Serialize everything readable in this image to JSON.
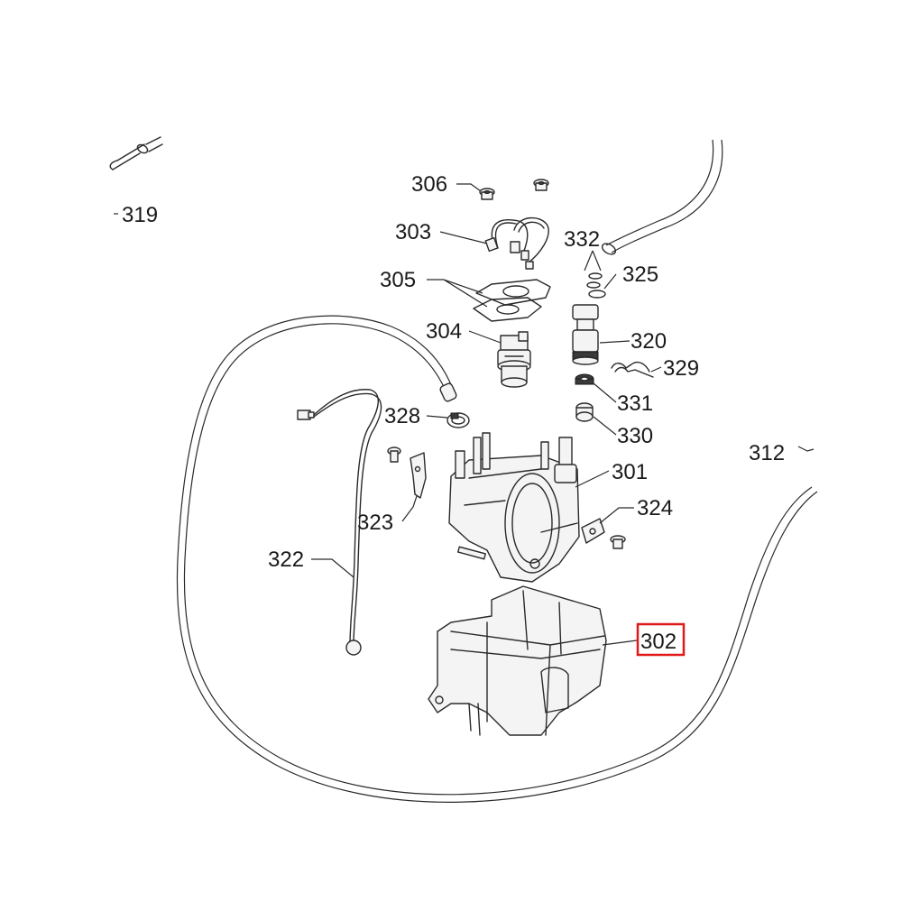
{
  "diagram": {
    "highlight_color": "#e01818",
    "highlighted_part": "302",
    "labels": {
      "p306": "306",
      "p319": "319",
      "p303": "303",
      "p332": "332",
      "p325": "325",
      "p305": "305",
      "p304": "304",
      "p320": "320",
      "p329": "329",
      "p331": "331",
      "p328": "328",
      "p330": "330",
      "p312": "312",
      "p301": "301",
      "p323": "323",
      "p324": "324",
      "p322": "322",
      "p302": "302"
    }
  }
}
